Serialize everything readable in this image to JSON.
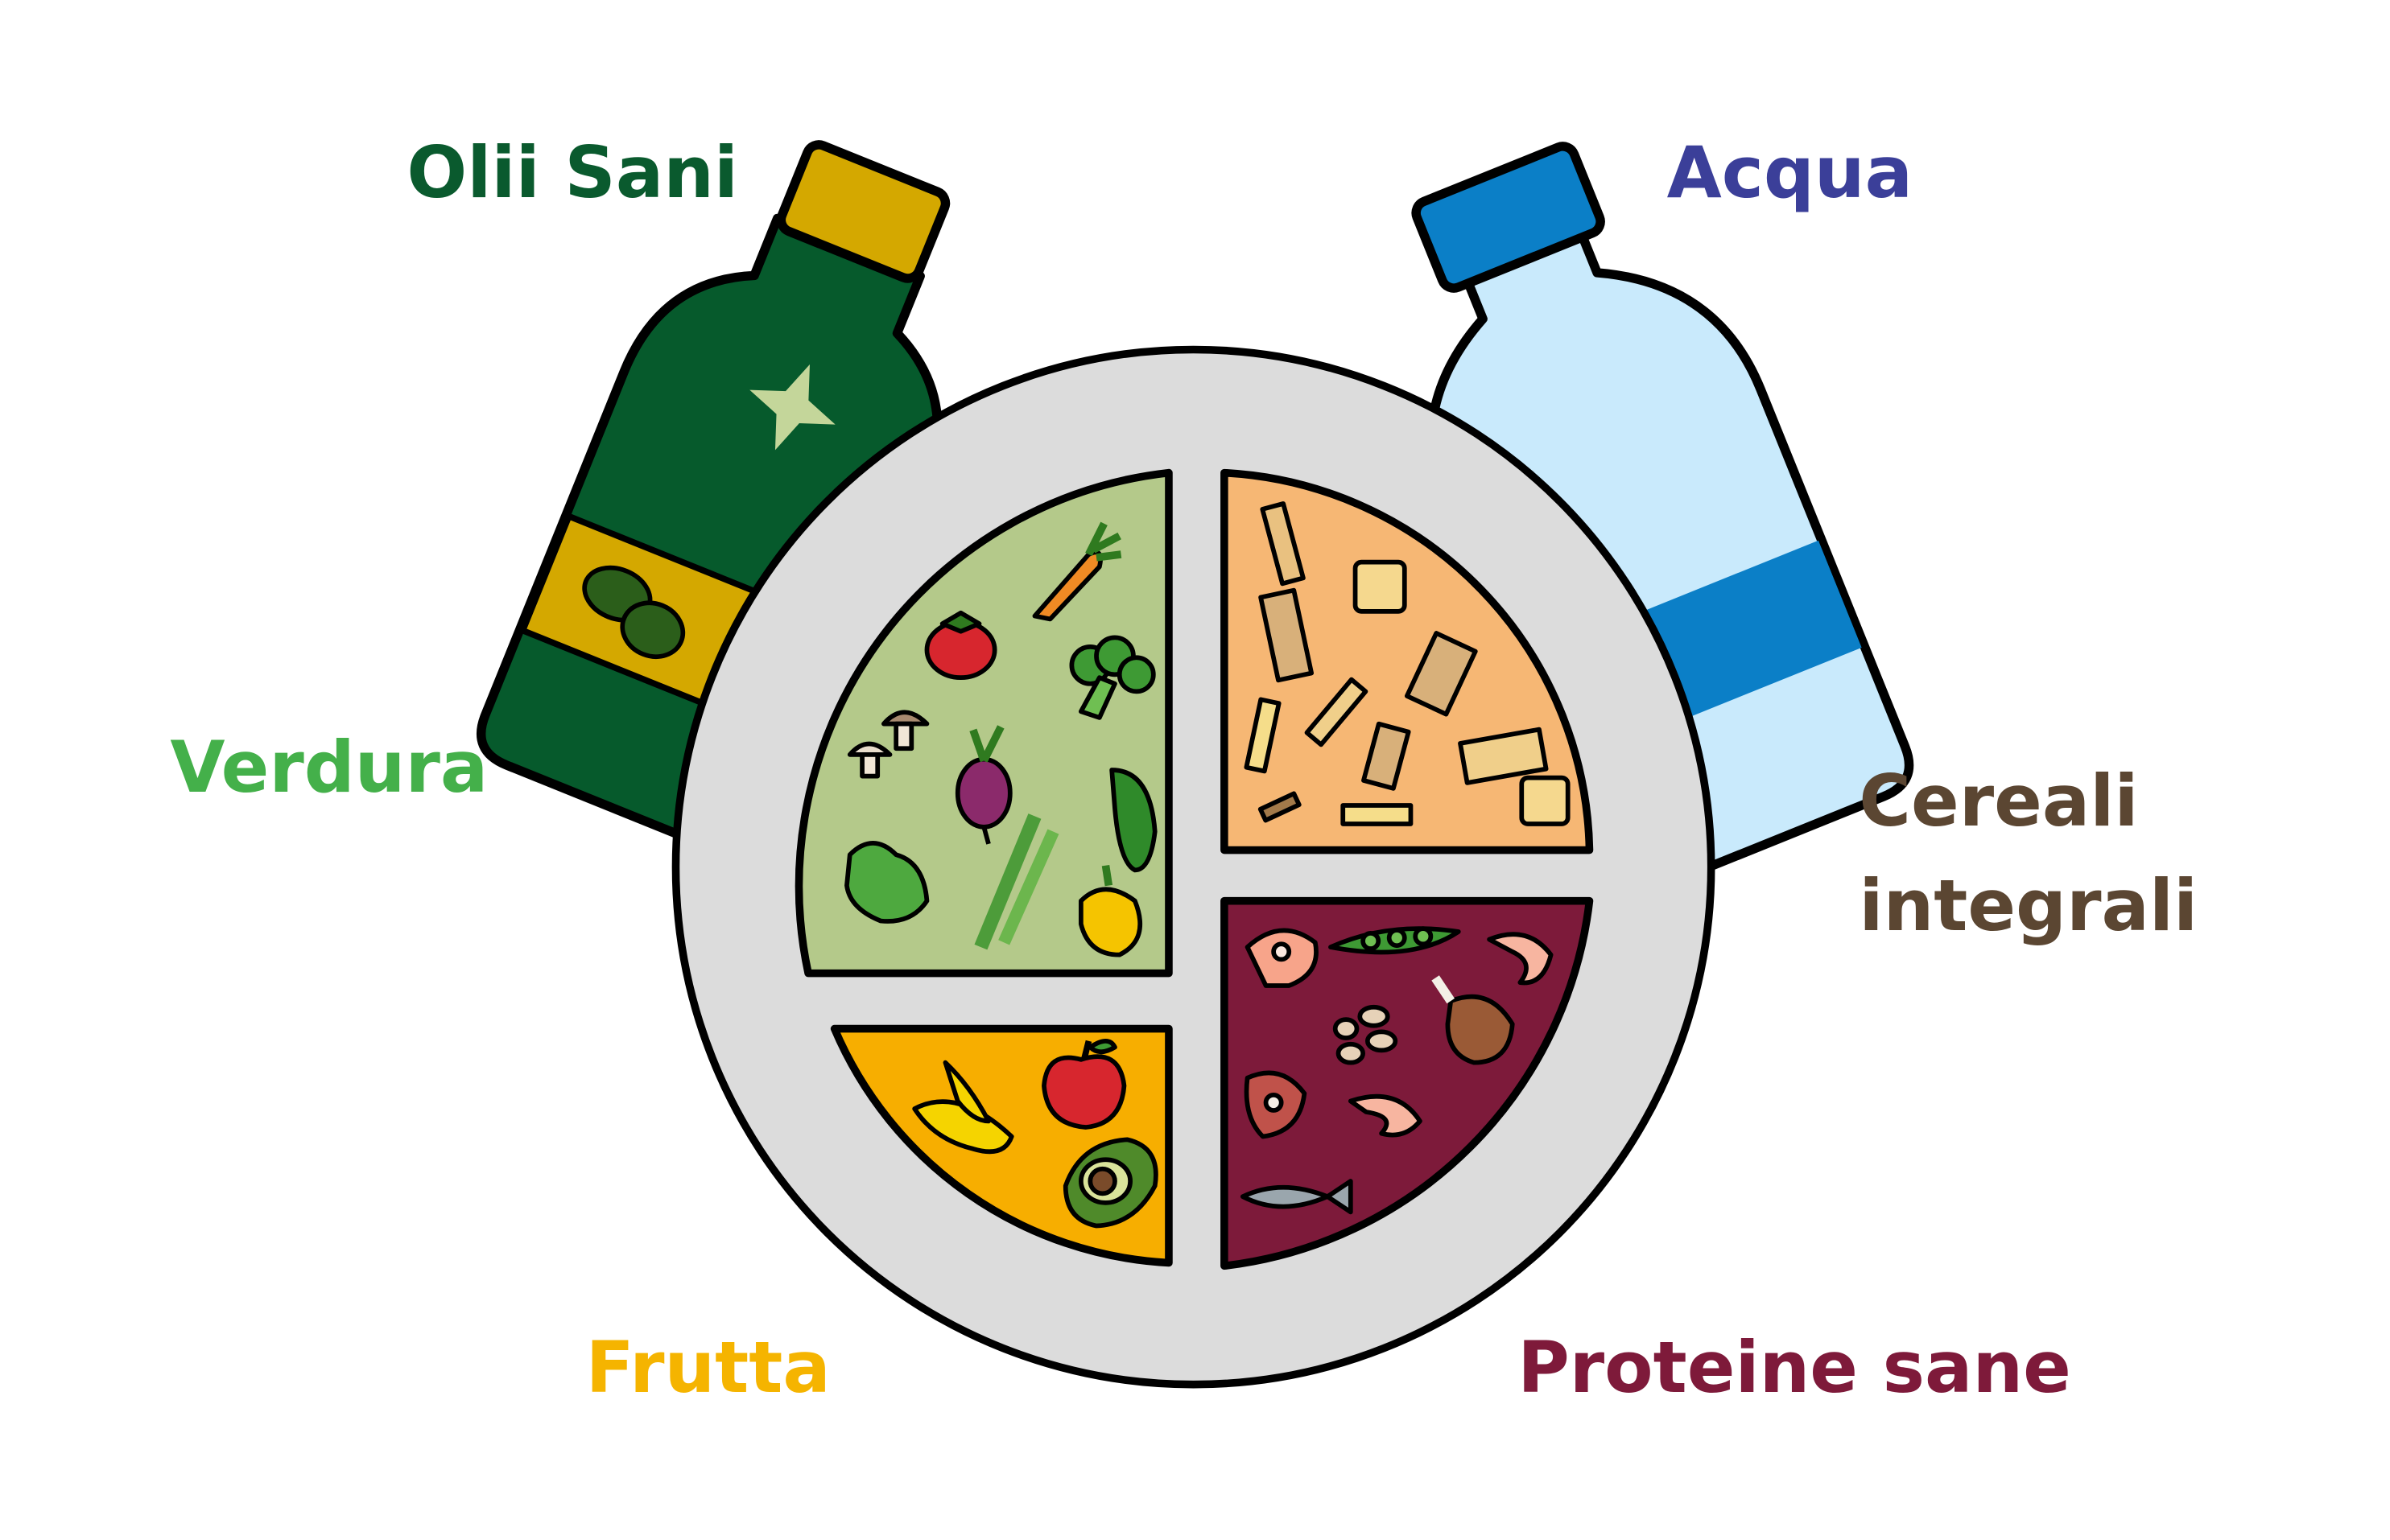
{
  "labels": {
    "oils": "Olii Sani",
    "water": "Acqua",
    "vegetables": "Verdura",
    "grains_line1": "Cereali",
    "grains_line2": "integrali",
    "fruit": "Frutta",
    "protein": "Proteine sane"
  },
  "colors": {
    "oils_text": "#0a5a2e",
    "water_text": "#3b3f99",
    "vegetables_text": "#44b04a",
    "grains_text": "#5b4632",
    "fruit_text": "#f5b400",
    "protein_text": "#7e1a3a",
    "oil_bottle": "#065a2c",
    "oil_cap": "#d4a800",
    "water_bottle": "#c9eafc",
    "water_cap": "#0b7fc7",
    "plate": "#dcdcdc",
    "vegetables_fill": "#b4c98a",
    "grains_fill": "#f6b774",
    "fruit_fill": "#f7ae00",
    "protein_fill": "#7d1a3a"
  },
  "icons": {
    "vegetables": [
      "carrot-icon",
      "tomato-icon",
      "broccoli-icon",
      "mushroom-icon",
      "beetroot-icon",
      "cucumber-icon",
      "lettuce-icon",
      "asparagus-icon",
      "pepper-icon"
    ],
    "grains": [
      "penne-icon",
      "ravioli-icon",
      "rigatoni-icon",
      "fries-icon"
    ],
    "fruit": [
      "banana-icon",
      "apple-icon",
      "avocado-icon"
    ],
    "protein": [
      "salmon-steak-icon",
      "peas-icon",
      "shrimp-icon",
      "drumstick-icon",
      "beans-icon",
      "steak-icon",
      "fish-icon"
    ],
    "oil_bottle": [
      "olive-icon"
    ]
  }
}
